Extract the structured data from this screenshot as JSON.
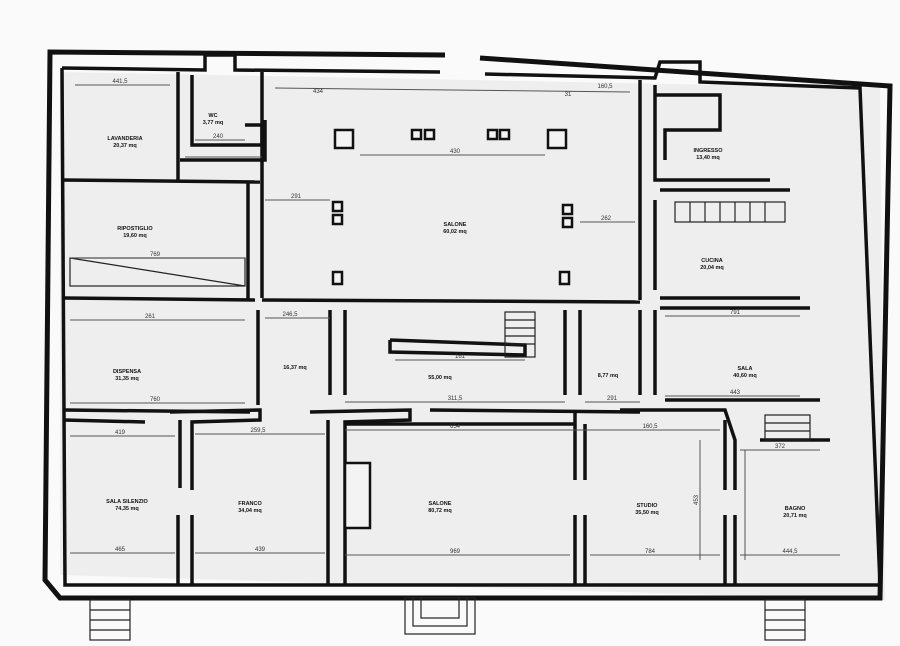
{
  "plan": {
    "rooms": [
      {
        "name": "LAVANDERIA",
        "area": "20,37 mq"
      },
      {
        "name": "WC",
        "area": "3,77 mq"
      },
      {
        "name": "RIPOSTIGLIO",
        "area": "19,60 mq"
      },
      {
        "name": "SALONE",
        "area": "60,02 mq"
      },
      {
        "name": "INGRESSO",
        "area": "13,40 mq"
      },
      {
        "name": "CUCINA",
        "area": "20,04 mq"
      },
      {
        "name": "DISPENSA",
        "area": "31,35 mq"
      },
      {
        "name": "",
        "area": "16,37 mq"
      },
      {
        "name": "",
        "area": "55,00 mq"
      },
      {
        "name": "",
        "area": "8,77 mq"
      },
      {
        "name": "SALA",
        "area": "40,60 mq"
      },
      {
        "name": "SALA SILENZIO",
        "area": "74,35 mq"
      },
      {
        "name": "FRANCO",
        "area": "34,04 mq"
      },
      {
        "name": "SALONE",
        "area": "80,72 mq"
      },
      {
        "name": "STUDIO",
        "area": "35,50 mq"
      },
      {
        "name": "BAGNO",
        "area": "20,71 mq"
      }
    ],
    "dimensions": [
      "441,5",
      "240",
      "261",
      "434",
      "31",
      "160,5",
      "430",
      "291",
      "262",
      "769",
      "791",
      "760",
      "246,5",
      "161",
      "311,5",
      "291",
      "443",
      "419",
      "259,5",
      "654",
      "160,5",
      "372",
      "465",
      "969",
      "784",
      "444,5",
      "439",
      "453"
    ]
  }
}
